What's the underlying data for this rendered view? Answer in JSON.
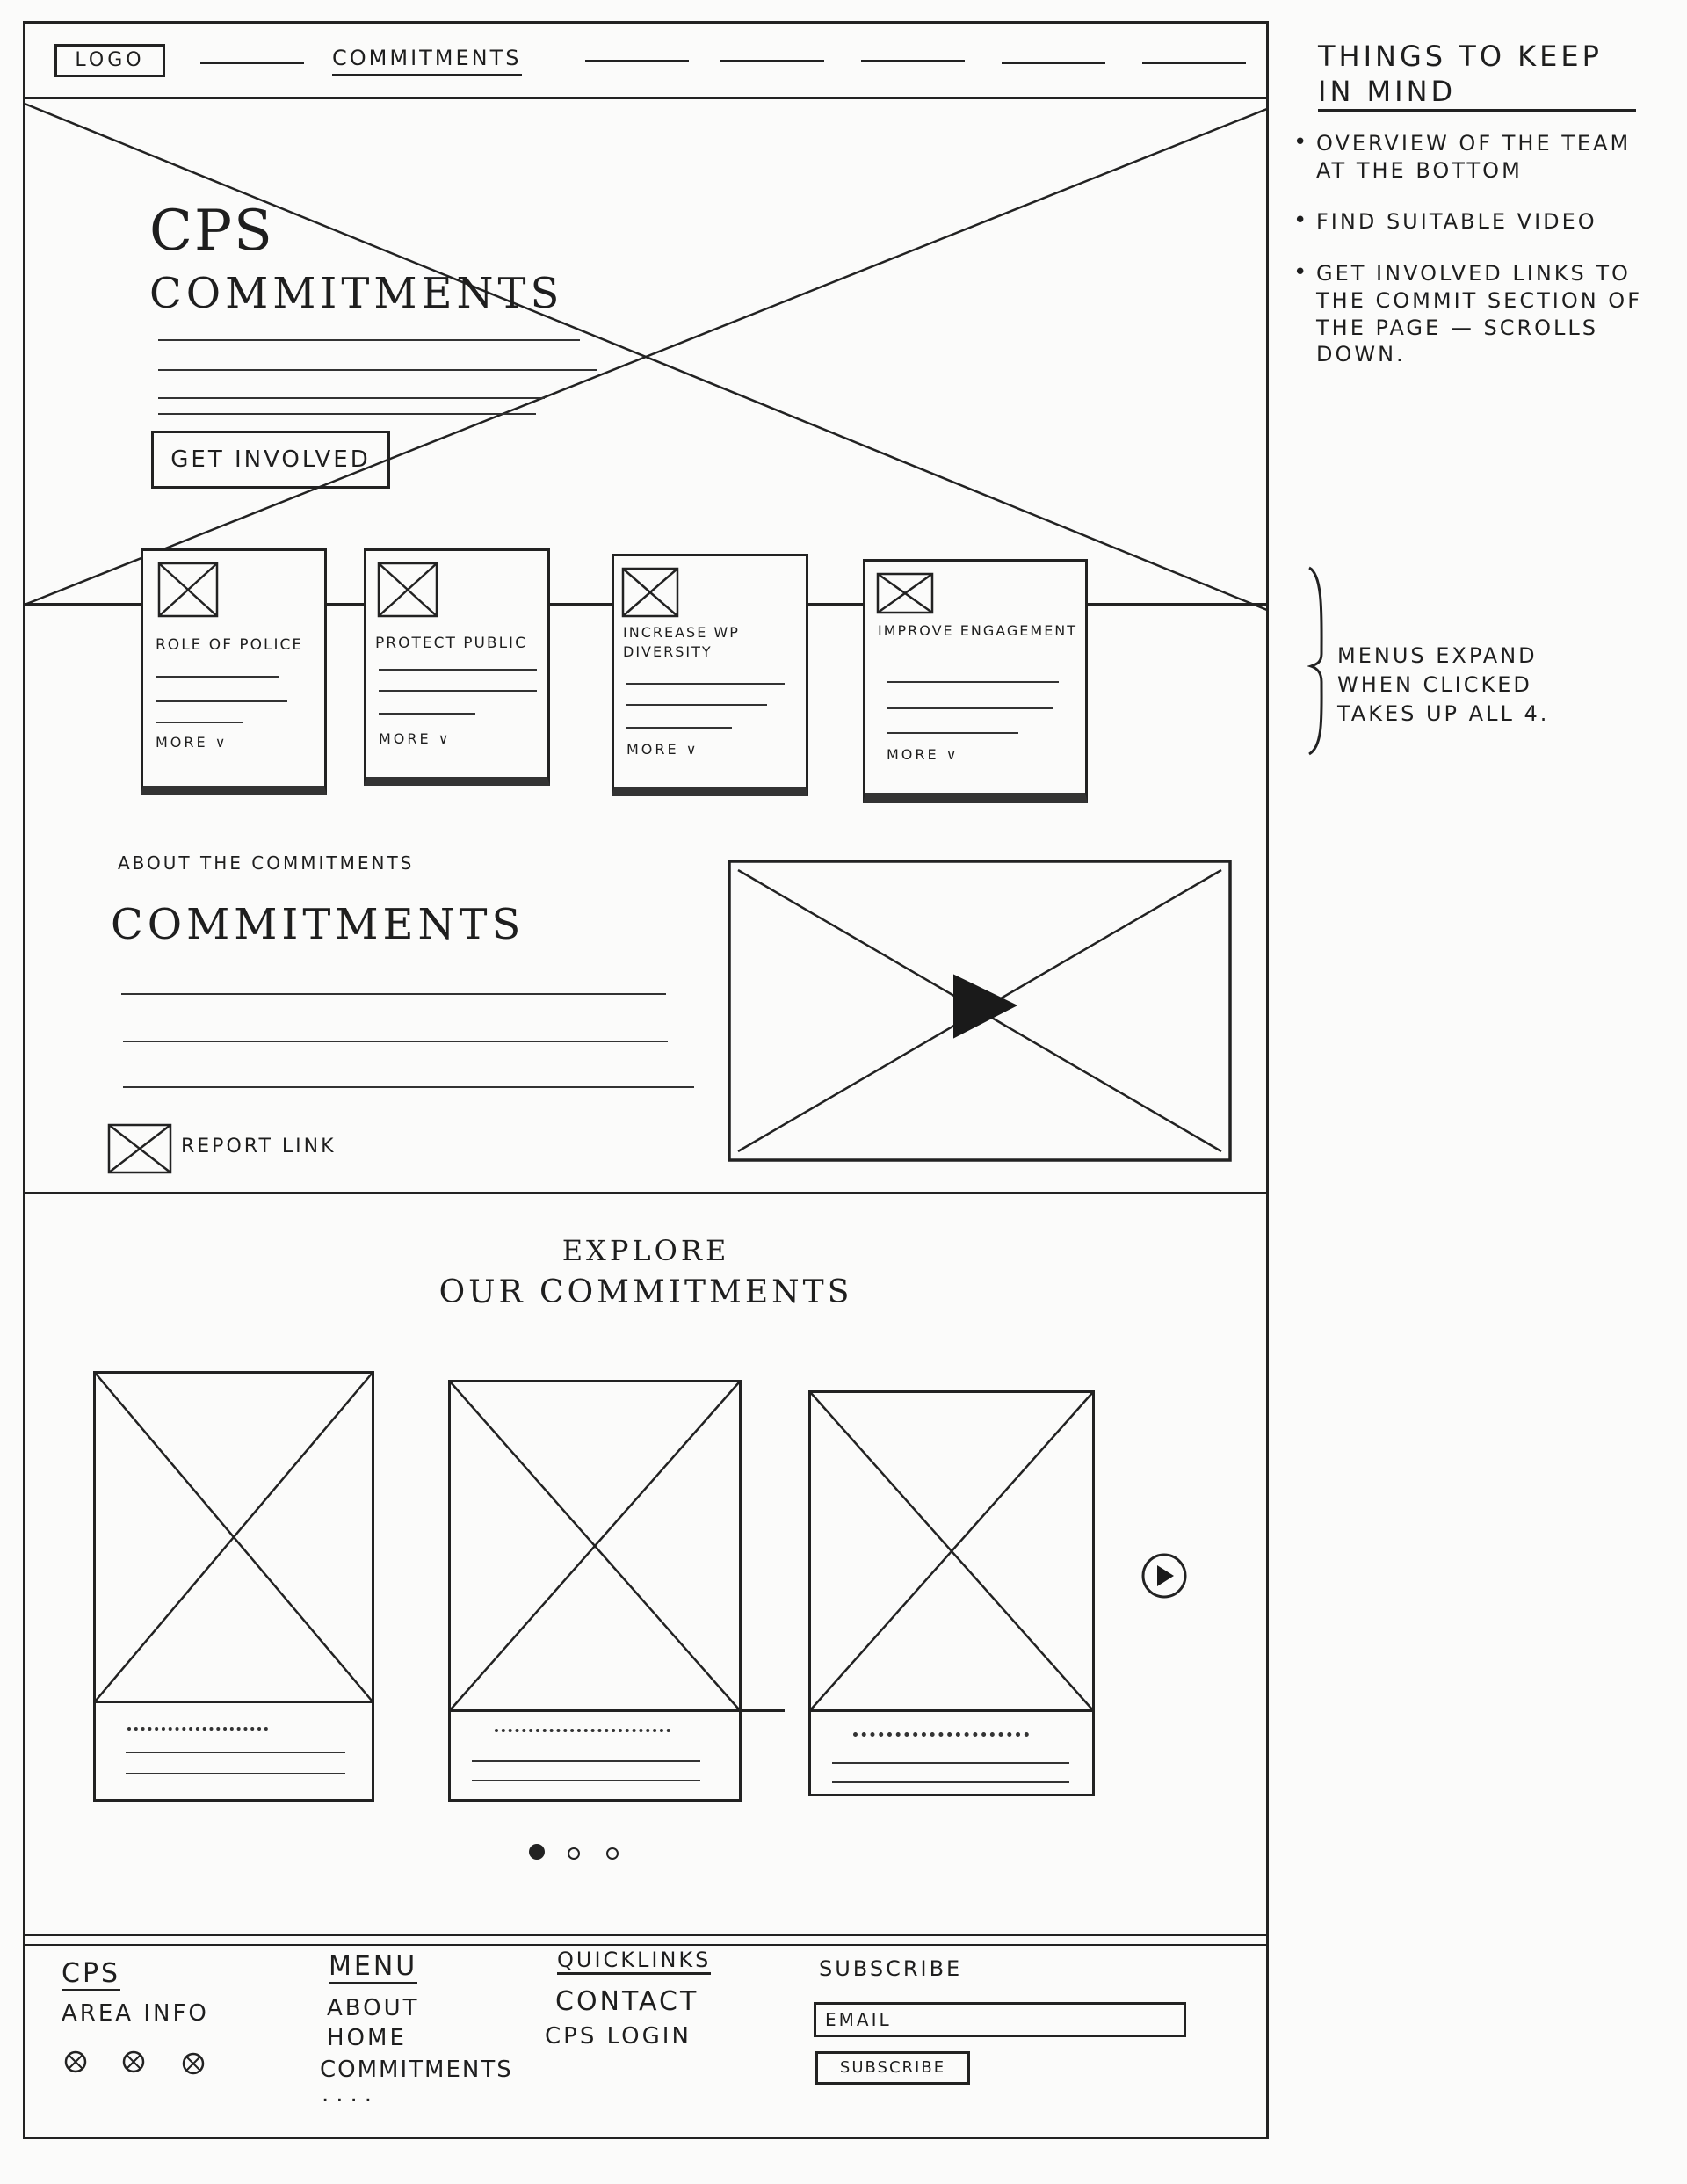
{
  "header": {
    "logo": "LOGO",
    "nav_active": "COMMITMENTS"
  },
  "hero": {
    "title_line1": "CPS",
    "title_line2": "COMMITMENTS",
    "cta": "GET INVOLVED"
  },
  "cards": [
    {
      "title": "ROLE OF POLICE",
      "more": "MORE ∨"
    },
    {
      "title": "PROTECT PUBLIC",
      "more": "MORE ∨"
    },
    {
      "title": "INCREASE WP DIVERSITY",
      "more": "MORE ∨"
    },
    {
      "title": "IMPROVE ENGAGEMENT",
      "more": "MORE ∨"
    }
  ],
  "about": {
    "kicker": "ABOUT THE COMMITMENTS",
    "title": "COMMITMENTS",
    "report_link": "REPORT LINK"
  },
  "explore": {
    "title_line1": "EXPLORE",
    "title_line2": "OUR COMMITMENTS",
    "active_dot": 1,
    "dot_count": 3
  },
  "footer": {
    "cps": {
      "heading": "CPS",
      "text": "AREA INFO"
    },
    "menu": {
      "heading": "MENU",
      "items": [
        "ABOUT",
        "HOME",
        "COMMITMENTS",
        "...."
      ]
    },
    "quicklinks": {
      "heading": "QUICKLINKS",
      "items": [
        "CONTACT",
        "CPS LOGIN"
      ]
    },
    "subscribe": {
      "heading": "SUBSCRIBE",
      "email_placeholder": "EMAIL",
      "button": "SUBSCRIBE"
    }
  },
  "notes": {
    "heading_line1": "THINGS TO KEEP",
    "heading_line2": "IN MIND",
    "items": [
      "OVERVIEW OF THE TEAM AT THE BOTTOM",
      "FIND SUITABLE VIDEO",
      "GET INVOLVED LINKS TO THE COMMIT SECTION OF THE PAGE — SCROLLS DOWN."
    ],
    "annotation": "MENUS EXPAND WHEN CLICKED TAKES UP ALL 4."
  }
}
